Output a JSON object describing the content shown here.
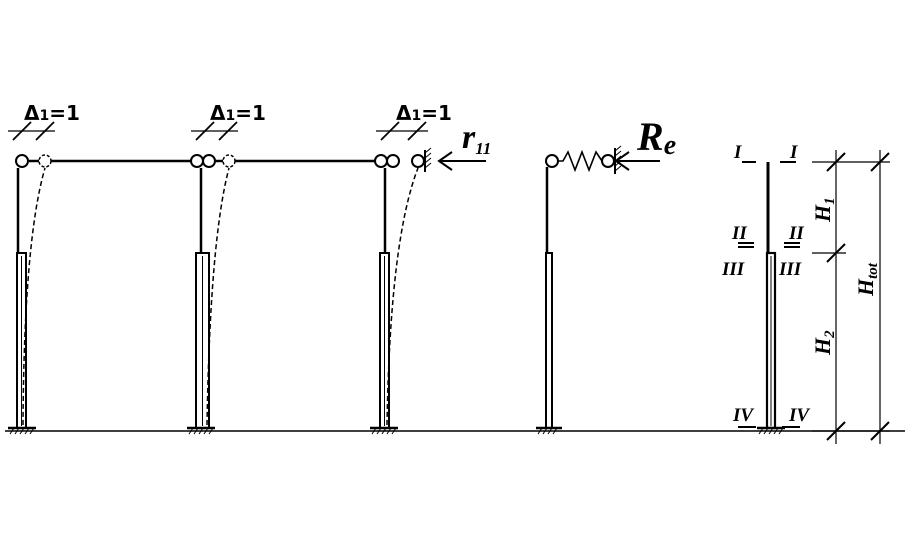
{
  "frame": {
    "delta_label": "Δ",
    "delta_sub": "1",
    "delta_value": "=1",
    "r_label": "r",
    "r_sub": "11"
  },
  "spring": {
    "re_label": "R",
    "re_sub": "e"
  },
  "column": {
    "section_I": "I",
    "section_II": "II",
    "section_III": "III",
    "section_IV": "IV",
    "h_label": "H",
    "h1_sub": "1",
    "h2_sub": "2",
    "htot_sub": "tot"
  }
}
